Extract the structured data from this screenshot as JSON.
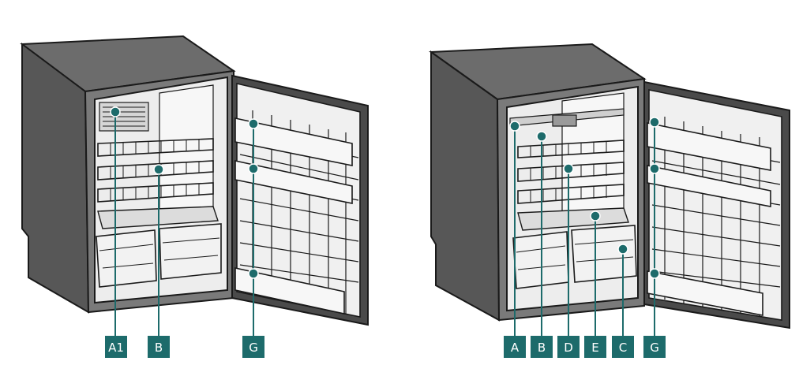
{
  "colors": {
    "callout": "#1d6b6b",
    "callout_text": "#ffffff",
    "cabinet": "#5a5a5a",
    "cabinet_top": "#6c6c6c",
    "interior": "#eeeeee",
    "line": "#1a1a1a"
  },
  "left_fridge": {
    "labels": [
      {
        "id": "A1",
        "text": "A1"
      },
      {
        "id": "B",
        "text": "B"
      },
      {
        "id": "G",
        "text": "G"
      }
    ]
  },
  "right_fridge": {
    "labels": [
      {
        "id": "A",
        "text": "A"
      },
      {
        "id": "B",
        "text": "B"
      },
      {
        "id": "D",
        "text": "D"
      },
      {
        "id": "E",
        "text": "E"
      },
      {
        "id": "C",
        "text": "C"
      },
      {
        "id": "G",
        "text": "G"
      }
    ]
  }
}
